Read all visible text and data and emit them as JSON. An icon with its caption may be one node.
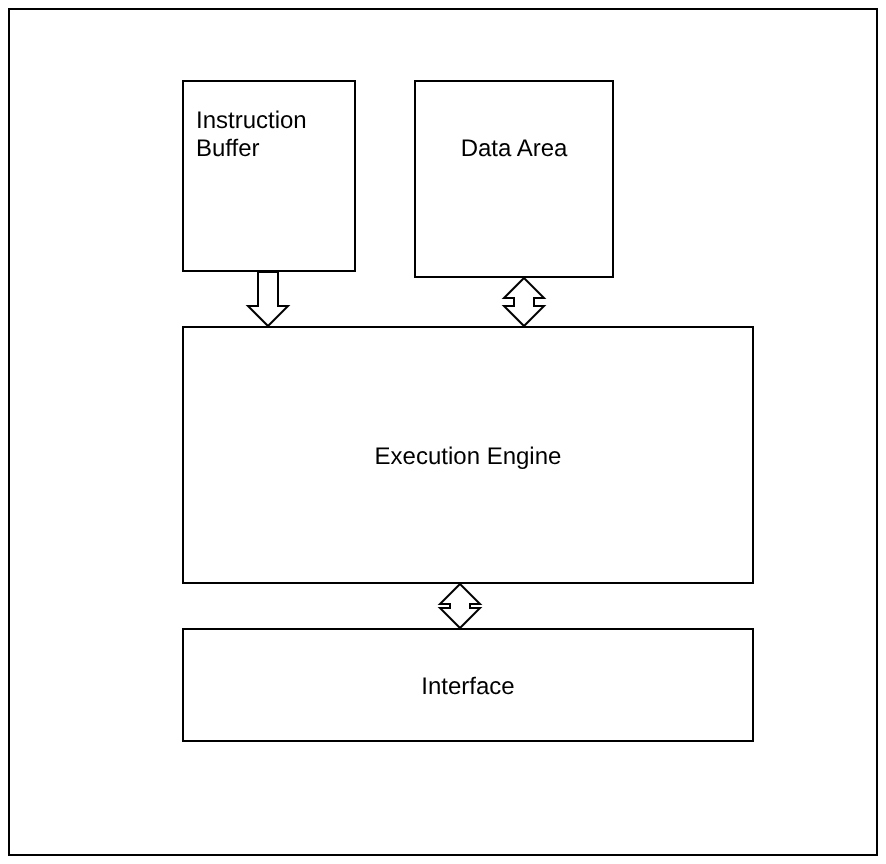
{
  "diagram": {
    "nodes": [
      {
        "text": [
          "Instruction Buffer"
        ]
      },
      {
        "text": [
          "Data Area"
        ]
      },
      {
        "text": [
          "Execution Engine"
        ]
      },
      {
        "text": [
          "Interface"
        ]
      }
    ],
    "edges": [
      {
        "from": 0,
        "to": 2,
        "arrow": "to"
      },
      {
        "from": 1,
        "to": 2,
        "arrow": "both"
      },
      {
        "from": 2,
        "to": 3,
        "arrow": "both"
      }
    ]
  }
}
